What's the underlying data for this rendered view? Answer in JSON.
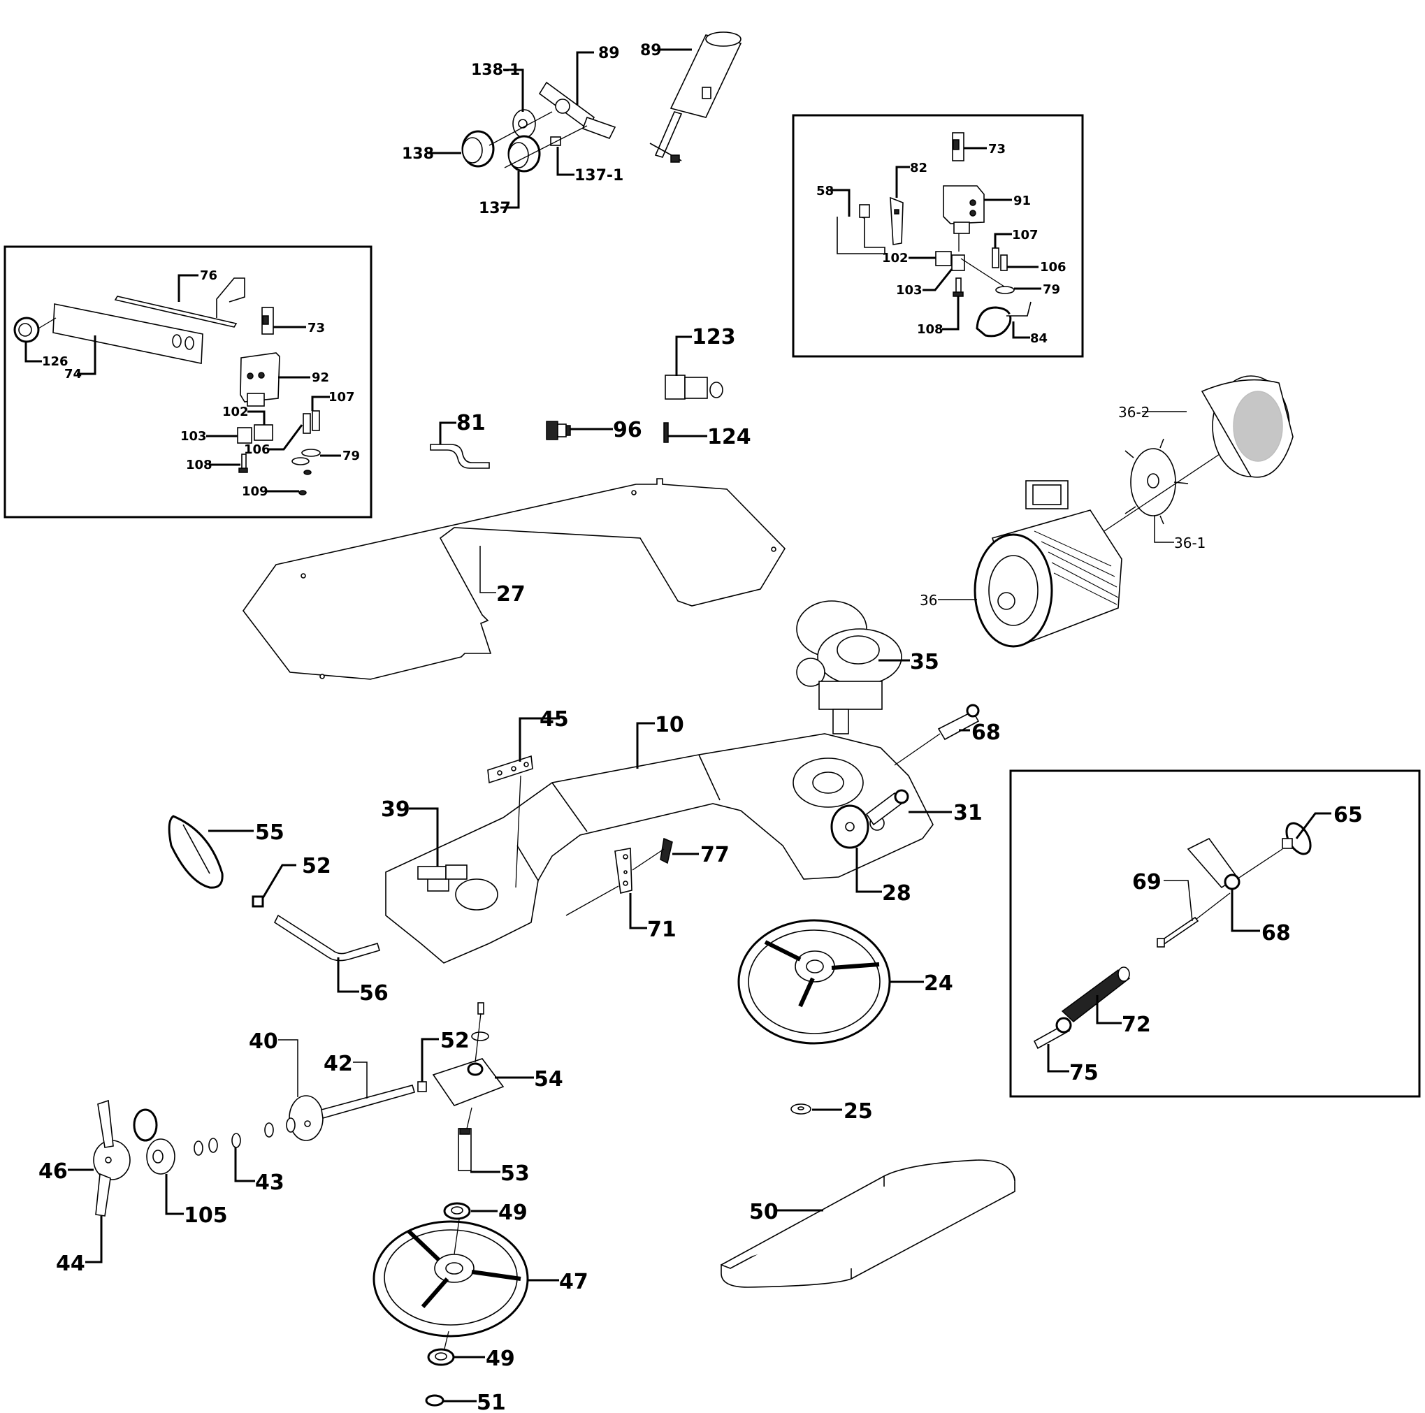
{
  "diagram": {
    "type": "exploded-parts-diagram",
    "subject": "band saw assembly",
    "insets": [
      {
        "id": "left-inset",
        "parts": [
          "76",
          "73",
          "126",
          "74",
          "92",
          "102",
          "107",
          "103",
          "106",
          "79",
          "108",
          "109"
        ]
      },
      {
        "id": "top-right-inset",
        "parts": [
          "73",
          "82",
          "58",
          "91",
          "107",
          "102",
          "106",
          "103",
          "79",
          "108",
          "84"
        ]
      },
      {
        "id": "bottom-right-inset",
        "parts": [
          "65",
          "69",
          "68",
          "72",
          "75"
        ]
      }
    ]
  },
  "labels": {
    "p138_1": "138-1",
    "p89a": "89",
    "p89b": "89",
    "p138": "138",
    "p137_1": "137-1",
    "p137": "137",
    "l76": "76",
    "l73": "73",
    "l126": "126",
    "l74": "74",
    "l92": "92",
    "l102": "102",
    "l107": "107",
    "l103": "103",
    "l106": "106",
    "l79": "79",
    "l108": "108",
    "l109": "109",
    "r73": "73",
    "r82": "82",
    "r58": "58",
    "r91": "91",
    "r107": "107",
    "r102": "102",
    "r106": "106",
    "r103": "103",
    "r79": "79",
    "r108": "108",
    "r84": "84",
    "p123": "123",
    "p81": "81",
    "p96": "96",
    "p124": "124",
    "p36_2": "36-2",
    "p36_1": "36-1",
    "p36": "36",
    "p27": "27",
    "p35": "35",
    "p45": "45",
    "p10": "10",
    "p68": "68",
    "p39": "39",
    "p31": "31",
    "p55": "55",
    "p77": "77",
    "p52a": "52",
    "p28": "28",
    "p71": "71",
    "p56": "56",
    "p24": "24",
    "b65": "65",
    "b69": "69",
    "b68": "68",
    "b72": "72",
    "b75": "75",
    "p40": "40",
    "p42": "42",
    "p52b": "52",
    "p54": "54",
    "p25": "25",
    "p46": "46",
    "p43": "43",
    "p53": "53",
    "p105": "105",
    "p49a": "49",
    "p50": "50",
    "p44": "44",
    "p47": "47",
    "p49b": "49",
    "p51": "51"
  }
}
